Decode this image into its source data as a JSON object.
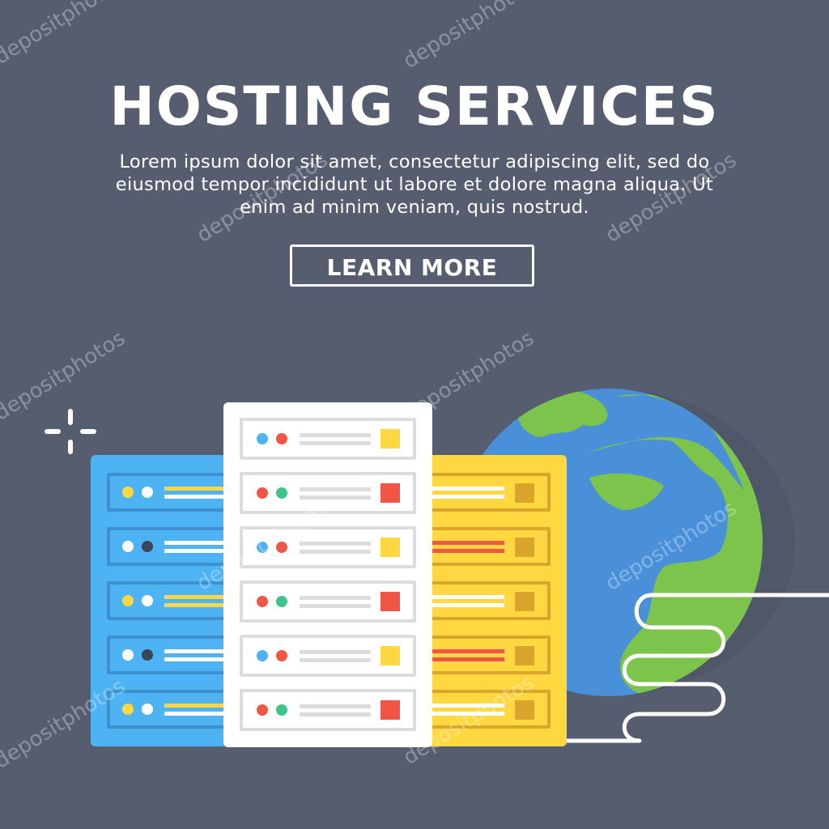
{
  "hero": {
    "title": "HOSTING SERVICES",
    "subtitle": "Lorem ipsum dolor sit amet, consectetur adipiscing elit, sed do eiusmod tempor incididunt ut labore et dolore magna aliqua. Ut enim ad minim veniam, quis nostrud.",
    "cta_label": "LEARN MORE"
  },
  "watermark": {
    "text": "depositphotos"
  },
  "colors": {
    "background": "#555d6f",
    "blue_server": "#4db3f3",
    "white_server": "#ffffff",
    "yellow_server": "#ffd740",
    "globe_ocean": "#4a90d9",
    "globe_land": "#7cc44c",
    "accent_red": "#f05545",
    "accent_green": "#3dc48a",
    "accent_yellow": "#ffd740"
  },
  "icons": [
    "sparkle-icon",
    "globe-icon",
    "cable-icon",
    "server-rack-icon"
  ]
}
